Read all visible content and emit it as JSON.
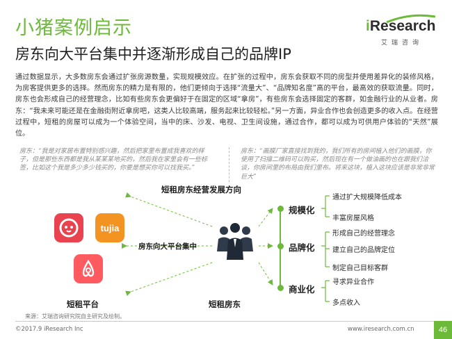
{
  "header": {
    "title": "小猪案例启示",
    "subtitle": "房东向大平台集中并逐渐形成自己的品牌IP"
  },
  "logo": {
    "mark_i": "i",
    "mark_rest": "Research",
    "sub": "艾瑞咨询"
  },
  "paragraph": "通过数据显示，大多数房东会通过扩张房源数量，实现规模效应。在扩张的过程中，房东会获取不同的房型并使用差异化的装修风格，为房客提供更多的选择。然而房东的精力是有限的，他们更倾向于选择“流量大”、“品牌知名度”高的平台，最高效的获取流量。同时，房东也会形成自己的经营理念，比如有些房东会更偏好于在固定的区域“拿房”，有些房东会选择固定的客群，如金融行业的从业者。房东：“我未来可能还是在金融街附近拿房吧，这类人比较高端，服务起来比较轻松。”另一方面，异业合作也会创造更多的收入点。在经营过程中，短租的房屋可以成为一个体验空间，当中的床、沙发、电视、卫生间设施，通过合作，都可以成为可供用户体验的“天然”展位。",
  "quotes": {
    "left": "房东：“我是对家居布置特别感兴趣，然后把家里布置成我喜欢的样子，但是那些东西都是我从某某某地买的，然后我在家里会有一些标签，比如这个我是多少多少钱买的，你要是想买你可以找我买。”",
    "right": "房东：“画膜厂家直接找到我的，我们所有的房间植入他们的画膜，你使用了扫描二维码可以购买，然后现在有一个做油画的也在跟我们洽谈，你房间里的布局由我们里布。将来这块，植入这块应该是非常非常巨大”"
  },
  "diagram": {
    "title": "短租房东经营发展方向",
    "platform_label": "短租平台",
    "landlord_label": "短租房东",
    "center_label": "房东向大平台集中",
    "tujia_text": "tujia",
    "categories": [
      {
        "name": "规模化",
        "items": [
          "通过扩大规模降低成本",
          "丰富房屋风格"
        ]
      },
      {
        "name": "品牌化",
        "items": [
          "形成自己的经营理念",
          "建立自己的品牌定位",
          "制定自己目标客群"
        ]
      },
      {
        "name": "商业化",
        "items": [
          "寻求异业合作",
          "多点收入"
        ]
      }
    ]
  },
  "footer": {
    "source": "来源：艾瑞咨询研究院自主研究及绘制。",
    "copyright": "©2017.9 iResearch Inc",
    "site": "www.iresearch.com.cn",
    "page": "46"
  },
  "colors": {
    "accent": "#6dba3a",
    "xiaozhu": "#e8434f",
    "tujia": "#f39422",
    "airbnb": "#ff5a5f"
  }
}
